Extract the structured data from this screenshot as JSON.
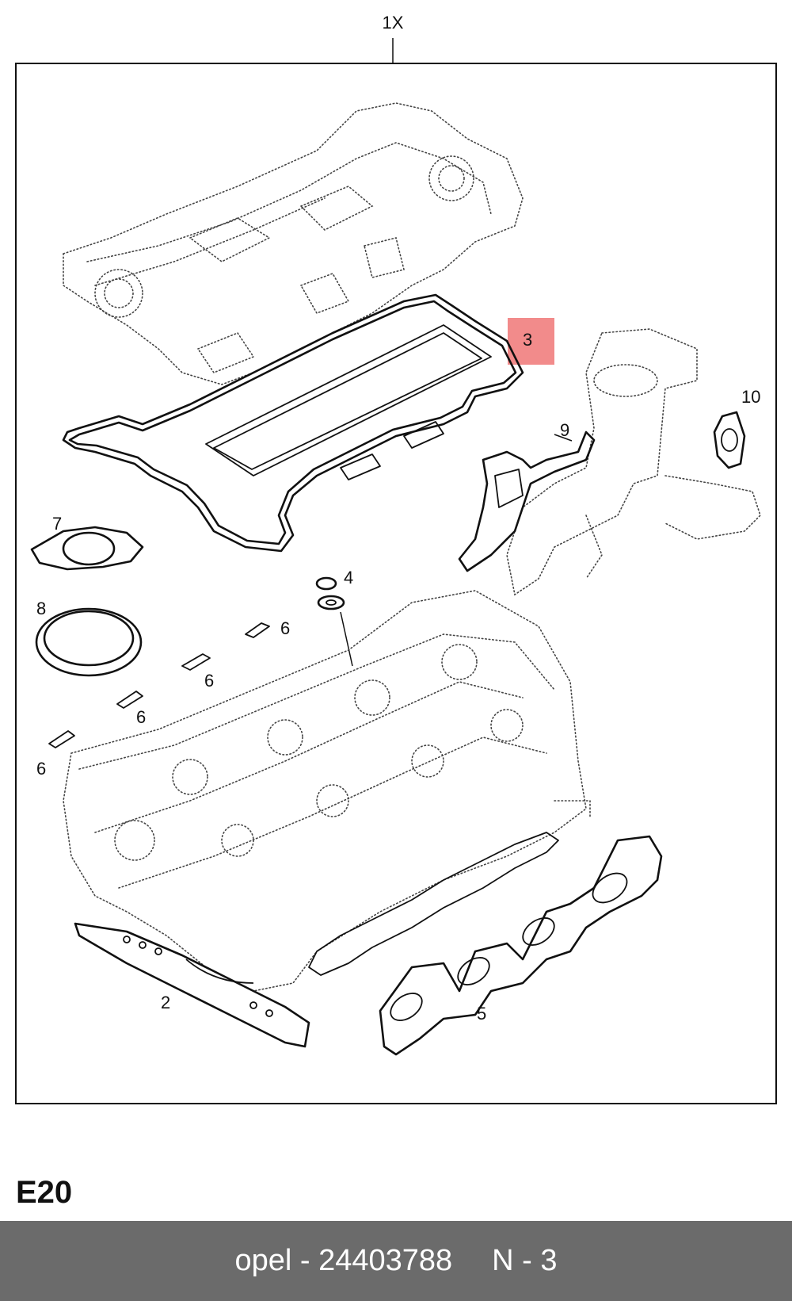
{
  "diagram": {
    "quantity_label": "1X",
    "engine_code": "E20",
    "highlight_color": "#f28b8b",
    "frame_color": "#111111",
    "callouts": {
      "c2": "2",
      "c3": "3",
      "c4": "4",
      "c5": "5",
      "c6a": "6",
      "c6b": "6",
      "c6c": "6",
      "c6d": "6",
      "c7": "7",
      "c8": "8",
      "c9": "9",
      "c10": "10"
    }
  },
  "footer": {
    "part_label": "opel - 24403788",
    "position_label": "N - 3",
    "background_color": "#6b6b6b"
  }
}
